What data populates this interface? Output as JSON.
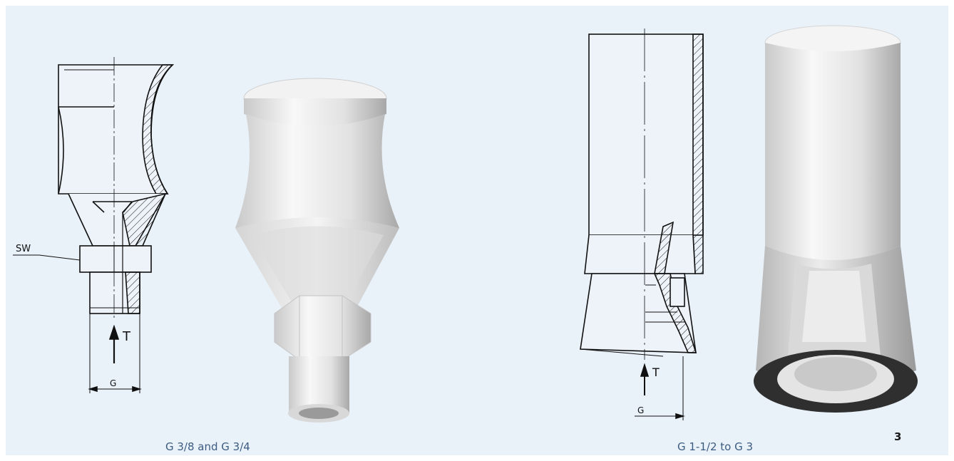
{
  "small_nozzle": {
    "caption": "G 3/8 and G 3/4",
    "label_sw": "SW",
    "label_t": "T",
    "label_g": "G"
  },
  "large_nozzle": {
    "caption": "G 1-1/2 to G 3",
    "label_t": "T",
    "label_g": "G"
  },
  "page_number": "3",
  "colors": {
    "panel_background": "#e9f1f9",
    "caption_text": "#3d5c82",
    "line": "#111111"
  }
}
